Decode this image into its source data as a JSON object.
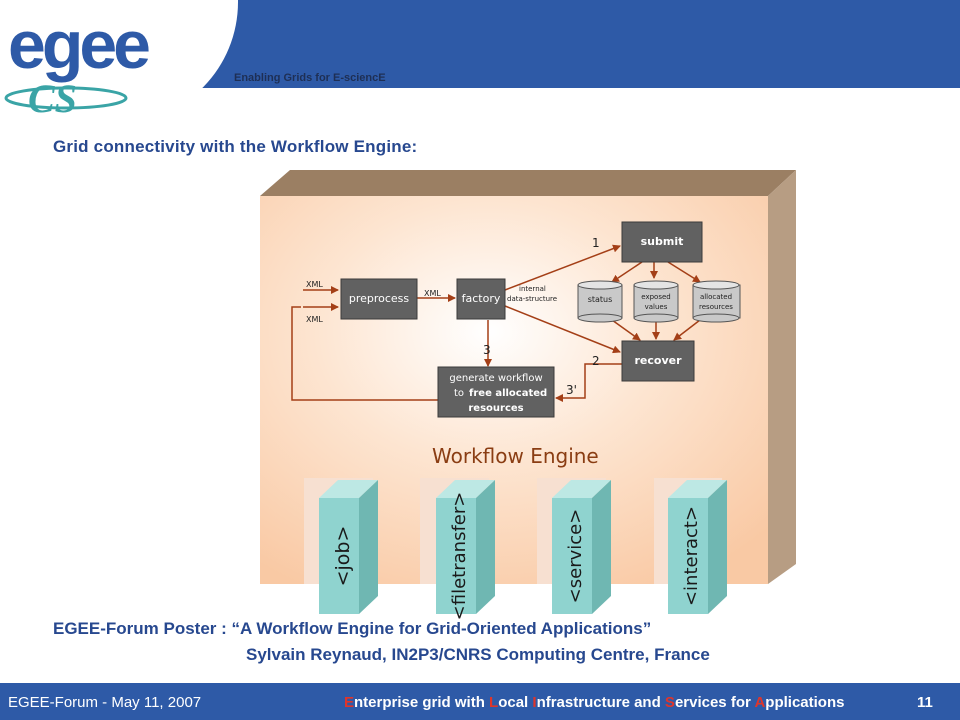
{
  "header": {
    "logo_text": "egee",
    "logo_sub_text": "CS",
    "tagline": "Enabling Grids for E-sciencE",
    "colors": {
      "bar": "#2e5aa7",
      "logo_blue": "#2e5aa7",
      "logo_teal": "#3aa4a6"
    }
  },
  "title": "Grid connectivity with the Workflow Engine:",
  "diagram": {
    "engine_label": "Workflow Engine",
    "inputs": {
      "xml_top": "XML",
      "xml_bottom": "XML",
      "xml_mid": "XML"
    },
    "nodes": {
      "preprocess": "preprocess",
      "factory": "factory",
      "submit": "submit",
      "recover": "recover",
      "generate_line1": "generate workflow",
      "generate_line2": "to",
      "generate_line2b": "free allocated",
      "generate_line3": "resources"
    },
    "internal_label_1": "internal",
    "internal_label_2": "data-structure",
    "stores": {
      "status": "status",
      "exposed_1": "exposed",
      "exposed_2": "values",
      "allocated_1": "allocated",
      "allocated_2": "resources"
    },
    "steps": {
      "s1": "1",
      "s2": "2",
      "s3": "3",
      "s3prime": "3'"
    },
    "plugins": [
      "<job>",
      "<filetransfer>",
      "<service>",
      "<interact>"
    ],
    "colors": {
      "frame": "#9b7f63",
      "body": "#fbd3b4",
      "node": "#616161",
      "arrow": "#a43f17",
      "plug": "#8fd3cf"
    }
  },
  "poster": {
    "line1": "EGEE-Forum Poster : “A Workflow Engine for Grid-Oriented Applications”",
    "line2": "Sylvain Reynaud, IN2P3/CNRS Computing Centre, France"
  },
  "footer": {
    "left": "EGEE-Forum - May 11, 2007",
    "center": [
      {
        "t": "E",
        "h": true
      },
      {
        "t": "nterprise grid with ",
        "h": false
      },
      {
        "t": "L",
        "h": true
      },
      {
        "t": "ocal ",
        "h": false
      },
      {
        "t": "I",
        "h": true
      },
      {
        "t": "nfrastructure and ",
        "h": false
      },
      {
        "t": "S",
        "h": true
      },
      {
        "t": "ervices for ",
        "h": false
      },
      {
        "t": "A",
        "h": true
      },
      {
        "t": "pplications",
        "h": false
      }
    ],
    "page": "11"
  }
}
